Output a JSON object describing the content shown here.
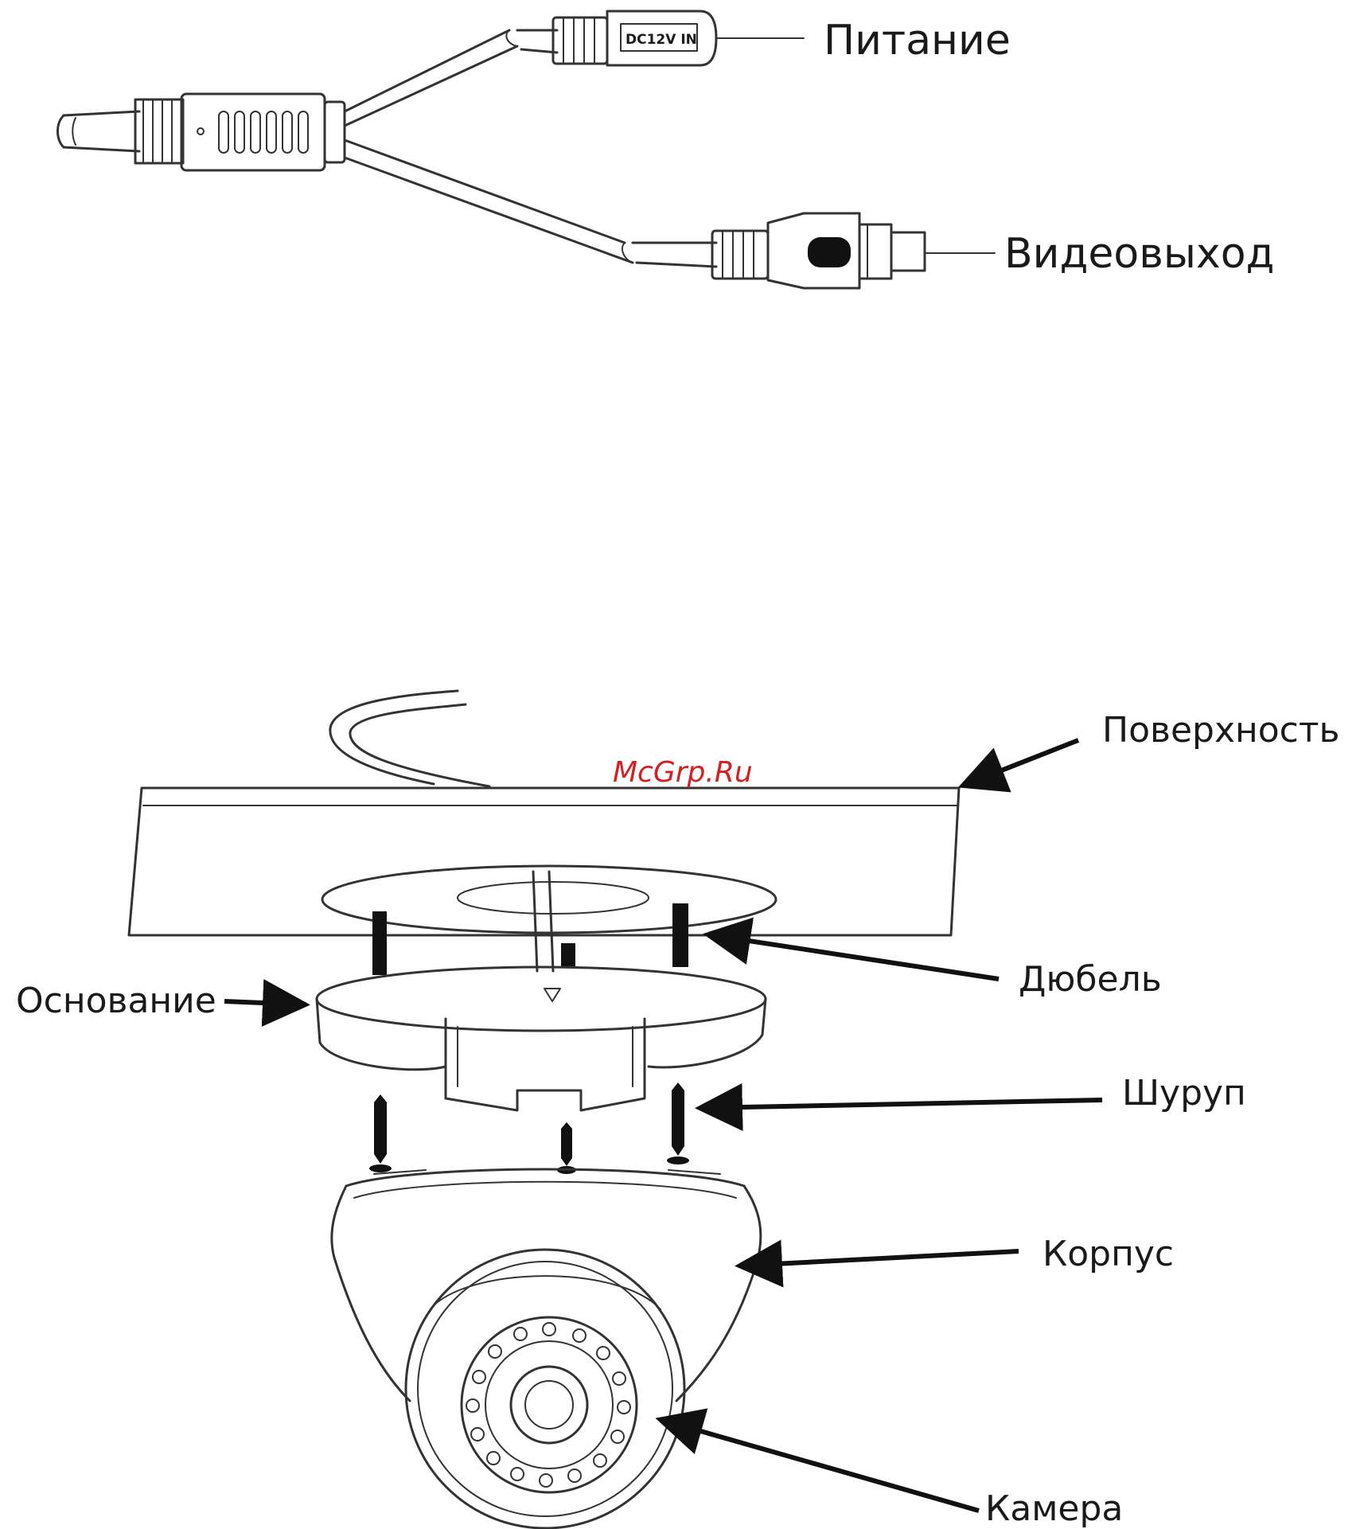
{
  "cable": {
    "labels": {
      "power": "Питание",
      "video": "Видеовыход"
    },
    "power_plug_text": "DC12V IN"
  },
  "mount": {
    "labels": {
      "surface": "Поверхность",
      "dowel": "Дюбель",
      "base": "Основание",
      "screw": "Шуруп",
      "housing": "Корпус",
      "camera": "Камера"
    }
  },
  "watermark": "McGrp.Ru",
  "colors": {
    "line": "#333333",
    "watermark": "#d42020",
    "background": "#ffffff"
  }
}
